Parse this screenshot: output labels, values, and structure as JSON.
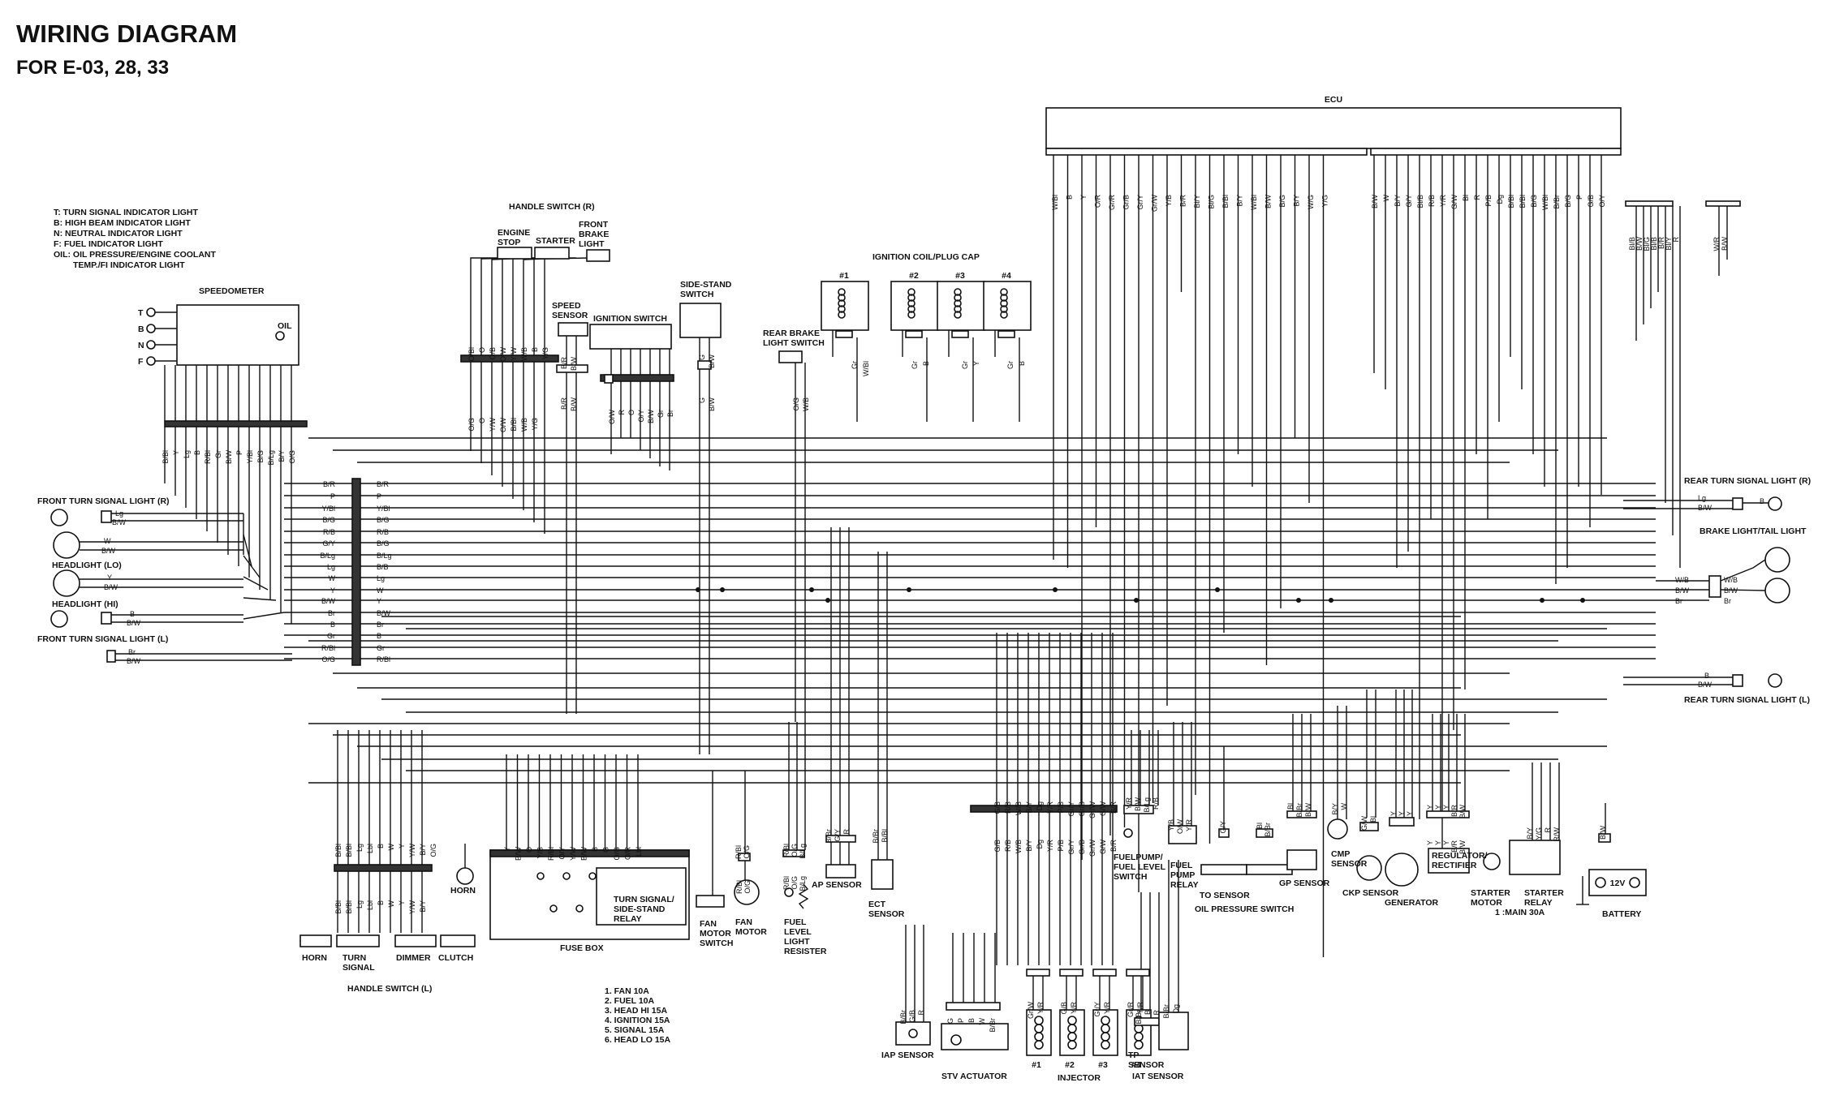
{
  "title": "WIRING DIAGRAM",
  "subtitle": "FOR E-03, 28, 33",
  "legend": [
    "T: TURN SIGNAL INDICATOR LIGHT",
    "B: HIGH BEAM INDICATOR LIGHT",
    "N: NEUTRAL INDICATOR LIGHT",
    "F: FUEL INDICATOR LIGHT",
    "OIL: OIL PRESSURE/ENGINE COOLANT",
    "TEMP./FI INDICATOR LIGHT"
  ],
  "speedometer": {
    "title": "SPEEDOMETER",
    "indicators": [
      "T",
      "B",
      "N",
      "F"
    ],
    "oil_label": "OIL"
  },
  "ecu_label": "ECU",
  "handle_switch_r": {
    "title": "HANDLE SWITCH (R)",
    "engine_stop": [
      "ENGINE",
      "STOP"
    ],
    "starter": "STARTER",
    "front_brake": [
      "FRONT",
      "BRAKE",
      "LIGHT"
    ]
  },
  "ignition_coil_title": "IGNITION COIL/PLUG CAP",
  "coil_numbers": [
    "#1",
    "#2",
    "#3",
    "#4"
  ],
  "speed_sensor": [
    "SPEED",
    "SENSOR"
  ],
  "ignition_switch": "IGNITION SWITCH",
  "side_stand_switch": [
    "SIDE-STAND",
    "SWITCH"
  ],
  "rear_brake_light_switch": [
    "REAR BRAKE",
    "LIGHT SWITCH"
  ],
  "left_components": {
    "front_turn_r": "FRONT TURN SIGNAL LIGHT (R)",
    "headlight_lo": "HEADLIGHT (LO)",
    "headlight_hi": "HEADLIGHT (HI)",
    "front_turn_l": "FRONT TURN SIGNAL LIGHT (L)"
  },
  "right_components": {
    "rear_turn_r": "REAR TURN SIGNAL LIGHT (R)",
    "brake_tail": "BRAKE LIGHT/TAIL LIGHT",
    "rear_turn_l": "REAR TURN SIGNAL LIGHT (L)"
  },
  "bottom_components": {
    "horn": "HORN",
    "horn_sw": "HORN",
    "turn_signal": [
      "TURN",
      "SIGNAL"
    ],
    "dimmer": "DIMMER",
    "clutch": "CLUTCH",
    "handle_switch_l": "HANDLE SWITCH (L)",
    "fuse_box": "FUSE BOX",
    "turn_relay": [
      "TURN SIGNAL/",
      "SIDE-STAND",
      "RELAY"
    ],
    "fan_motor_switch": [
      "FAN",
      "MOTOR",
      "SWITCH"
    ],
    "fan_motor": [
      "FAN",
      "MOTOR"
    ],
    "fuel_level_resister": [
      "FUEL",
      "LEVEL",
      "LIGHT",
      "RESISTER"
    ],
    "ap_sensor": "AP SENSOR",
    "ect_sensor": [
      "ECT",
      "SENSOR"
    ],
    "iap_sensor": "IAP SENSOR",
    "stv_actuator": "STV ACTUATOR",
    "injector": "INJECTOR",
    "injector_nums": [
      "#1",
      "#2",
      "#3",
      "#4"
    ],
    "tp_sensor": [
      "TP",
      "SENSOR"
    ],
    "iat_sensor": "IAT SENSOR",
    "fuel_pump_switch": [
      "FUELPUMP/",
      "FUEL LEVEL",
      "SWITCH"
    ],
    "fuel_pump_relay": [
      "FUEL",
      "PUMP",
      "RELAY"
    ],
    "to_sensor": "TO SENSOR",
    "oil_pressure_switch": "OIL PRESSURE SWITCH",
    "gp_sensor": "GP SENSOR",
    "cmp_sensor": [
      "CMP",
      "SENSOR"
    ],
    "ckp_sensor": "CKP SENSOR",
    "generator": "GENERATOR",
    "regulator": [
      "REGULATOR/",
      "RECTIFIER"
    ],
    "starter_motor": [
      "STARTER",
      "MOTOR"
    ],
    "starter_relay": [
      "STARTER",
      "RELAY"
    ],
    "main_fuse": "1 :MAIN 30A",
    "battery": "BATTERY",
    "battery_voltage": "12V"
  },
  "fuses": [
    "1. FAN        10A",
    "2. FUEL       10A",
    "3. HEAD HI  15A",
    "4. IGNITION 15A",
    "5. SIGNAL    15A",
    "6. HEAD LO  15A"
  ],
  "wire_codes": {
    "speedo": [
      "B/Bl",
      "Y",
      "Lg",
      "B",
      "R/Bl",
      "Gr",
      "B/W",
      "P",
      "Y/Bl",
      "B/G",
      "B/Lg",
      "B/Y",
      "O/G"
    ],
    "harness_left": [
      "B/R",
      "P",
      "Y/Bl",
      "B/G",
      "R/B",
      "G/Y",
      "B/Lg",
      "Lg",
      "W",
      "Y",
      "B/W",
      "Br",
      "B",
      "Gr",
      "R/Bl",
      "O/G"
    ],
    "harness_right": [
      "B/R",
      "P",
      "Y/Bl",
      "B/G",
      "R/B",
      "B/G",
      "B/Lg",
      "B/B",
      "Lg",
      "W",
      "Y",
      "B/W",
      "Br",
      "B",
      "Gr",
      "R/Bl",
      "O/G"
    ],
    "ecu_left": [
      "W/Bl",
      "B",
      "Y",
      "O/R",
      "Gr/R",
      "Gr/B",
      "Gr/Y",
      "Gr/W",
      "Y/B",
      "B/R",
      "Bl/Y",
      "Bl/G",
      "B/Bl",
      "B/Y",
      "W/Bl",
      "B/W",
      "B/G",
      "B/Y",
      "W/G",
      "Y/G"
    ],
    "ecu_right": [
      "B/W",
      "W",
      "B/Y",
      "G/Y",
      "Bl/B",
      "R/B",
      "Y/R",
      "G/W",
      "Bl",
      "R",
      "P/B",
      "Dg",
      "B/Bl",
      "B/Bl",
      "B/G",
      "W/Bl",
      "B/Br",
      "B/G",
      "P",
      "G/B",
      "O/Y"
    ],
    "ecu_far": [
      "Bl/B",
      "B/W",
      "Bl/G",
      "Bl/B",
      "B/R",
      "Bl/Y",
      "R",
      "W/R",
      "B/W"
    ],
    "front_turn_r": [
      "Lg",
      "B/W"
    ],
    "headlight_lo": [
      "W",
      "B/W"
    ],
    "headlight_hi": [
      "Y",
      "B/W"
    ],
    "front_turn_l": [
      "B",
      "B/W"
    ],
    "front_turn_l2": [
      "Br",
      "B/W"
    ],
    "rear_turn_r": [
      "Lg",
      "B/W",
      "B"
    ],
    "brake_tail": [
      "W/B",
      "B/W",
      "Br"
    ],
    "rear_turn_l": [
      "B",
      "B/W"
    ],
    "handle_r": [
      "O/Bl",
      "O",
      "O/B",
      "O/W",
      "Y/W",
      "W/B",
      "B",
      "Y/G"
    ],
    "handle_r_low": [
      "O/G",
      "O",
      "Y/W",
      "O/W",
      "B/Bl",
      "W/B",
      "Y/G"
    ],
    "speed_sensor": [
      "B/R",
      "B/W"
    ],
    "ign_switch": [
      "O/W",
      "R",
      "O",
      "O/Y",
      "B/W",
      "Gr",
      "Br"
    ],
    "side_stand": [
      "G",
      "B/W"
    ],
    "rear_brake": [
      "O/G",
      "W/B"
    ],
    "handle_l": [
      "B/Bl",
      "B/Bl",
      "Lg",
      "Lbl",
      "B",
      "W",
      "Y",
      "Y/W",
      "B/Y",
      "O/G"
    ],
    "fuse_box": [
      "Y",
      "B/W",
      "O",
      "Y/B",
      "R/Bl",
      "O/Y",
      "Y/W",
      "B/W",
      "B",
      "G",
      "O/G",
      "O/R",
      "Lbl"
    ],
    "fan": [
      "R/Bl",
      "O/G",
      "B/Lg"
    ],
    "ap_sensor": [
      "B/Br",
      "G/Y",
      "R"
    ],
    "ect": [
      "B/Br",
      "B/Bl"
    ],
    "injector_bus": [
      "G/B",
      "R/B",
      "W/B",
      "B/Y",
      "Dg",
      "Y/R",
      "P/B",
      "Gr/Y",
      "Gr/B",
      "Gr/W",
      "G/W",
      "B/R"
    ],
    "fp_switch": [
      "Y/R",
      "B/W",
      "B/Lg",
      "R/B"
    ],
    "fp_relay": [
      "Y/B",
      "O/W",
      "Y/R"
    ],
    "to_sensor": [
      "G/Y"
    ],
    "gp_sensor": [
      "Bl",
      "B/Br",
      "B/W"
    ],
    "cmp": [
      "B/Y",
      "W"
    ],
    "ckp": [
      "G/W",
      "Bl"
    ],
    "generator": [
      "Y",
      "Y",
      "Y"
    ],
    "regulator": [
      "Y",
      "Y",
      "Y",
      "B/R",
      "B/W"
    ],
    "starter_relay": [
      "B/Y",
      "Y/G",
      "R",
      "R/W"
    ],
    "battery": [
      "B/W"
    ],
    "iap": [
      "B/Br",
      "G/B",
      "R"
    ],
    "stv": [
      "G",
      "P",
      "B",
      "W",
      "B/Br"
    ],
    "injectors": [
      "Gr/W",
      "Y/R",
      "G/B",
      "Y/R",
      "Gr/Y",
      "Y/R",
      "Gr/R",
      "Y/R"
    ],
    "tp": [
      "B/Br",
      "B",
      "R"
    ],
    "iat": [
      "B/Br",
      "Dg"
    ]
  }
}
